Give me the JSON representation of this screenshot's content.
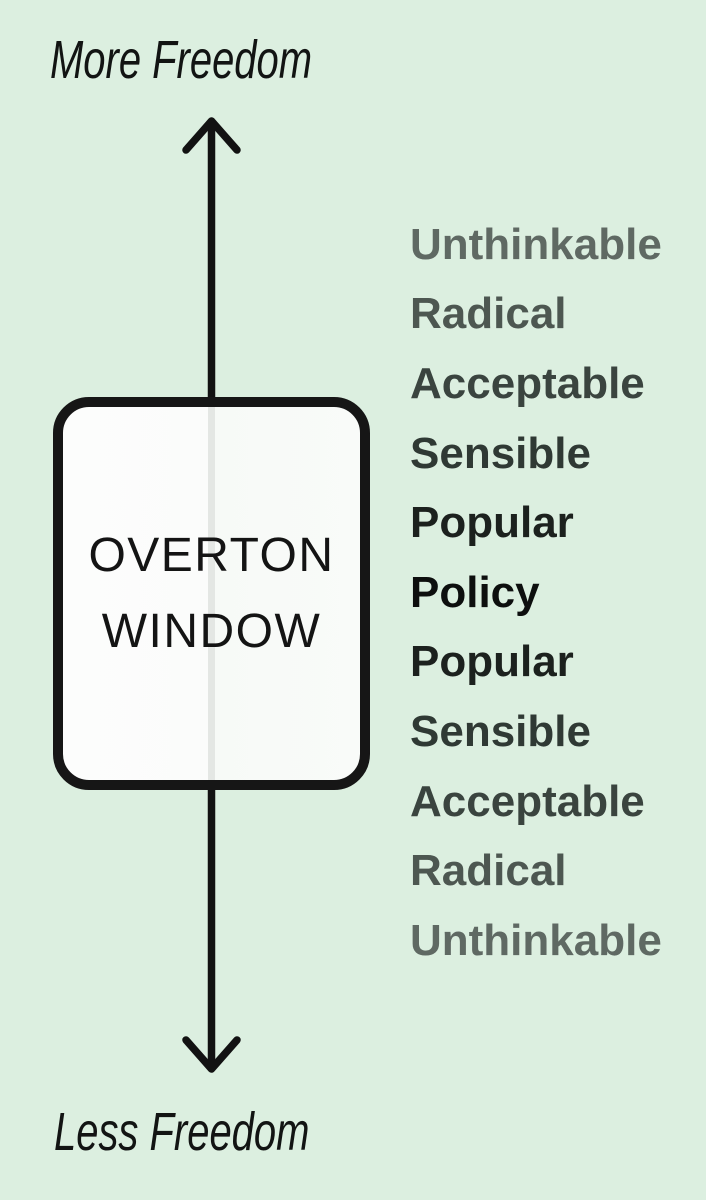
{
  "page": {
    "background_color": "#dcefe0"
  },
  "axis": {
    "top_label": "More Freedom",
    "bottom_label": "Less Freedom",
    "arrow_color": "#121212"
  },
  "window_box": {
    "title_line1": "OVERTON",
    "title_line2": "WINDOW",
    "border_color": "#161616",
    "fill_color": "#fafcfa"
  },
  "ladder": {
    "items": [
      {
        "label": "Unthinkable",
        "color": "#5f6963"
      },
      {
        "label": "Radical",
        "color": "#4d5751"
      },
      {
        "label": "Acceptable",
        "color": "#3a443f"
      },
      {
        "label": "Sensible",
        "color": "#2f3934"
      },
      {
        "label": "Popular",
        "color": "#1c211e"
      },
      {
        "label": "Policy",
        "color": "#0d0f0e"
      },
      {
        "label": "Popular",
        "color": "#1c211e"
      },
      {
        "label": "Sensible",
        "color": "#2f3934"
      },
      {
        "label": "Acceptable",
        "color": "#3a443f"
      },
      {
        "label": "Radical",
        "color": "#4d5751"
      },
      {
        "label": "Unthinkable",
        "color": "#5f6963"
      }
    ]
  }
}
